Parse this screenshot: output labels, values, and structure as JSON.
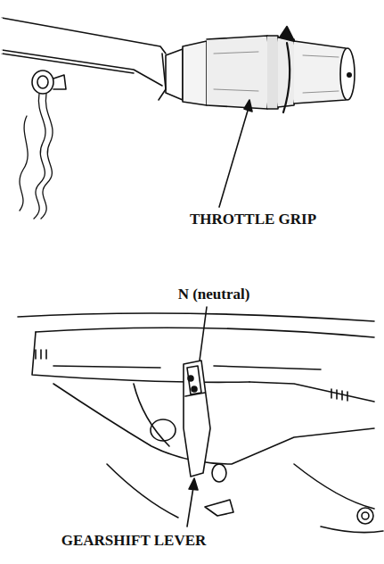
{
  "diagram": {
    "labels": [
      "THROTTLE GRIP",
      "N (neutral)",
      "GEARSHIFT LEVER"
    ]
  }
}
